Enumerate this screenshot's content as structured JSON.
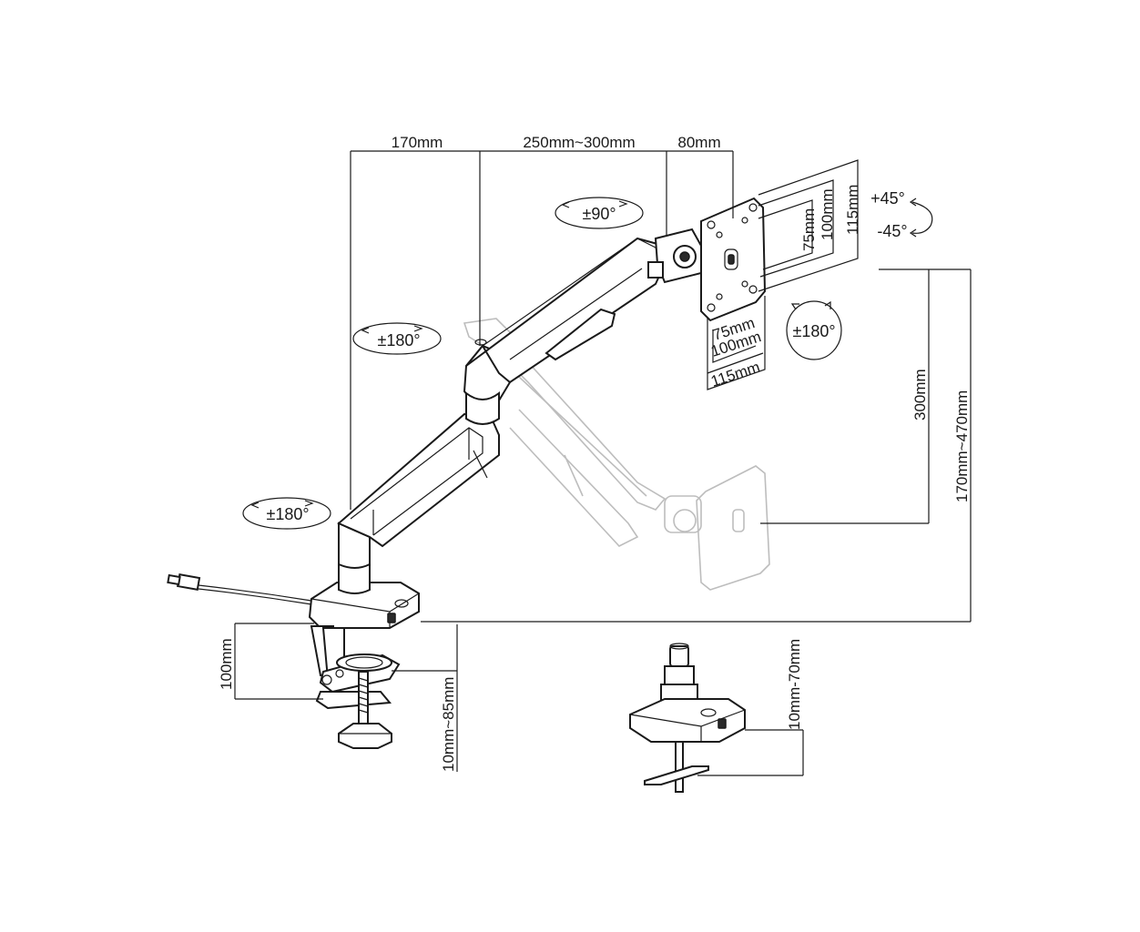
{
  "dimensions": {
    "top_left": "170mm",
    "top_middle": "250mm~300mm",
    "top_right": "80mm",
    "vesa_75_vertical": "75mm",
    "vesa_100_vertical": "100mm",
    "vesa_115_vertical": "115mm",
    "vesa_75_horizontal": "75mm",
    "vesa_100_horizontal": "100mm",
    "vesa_115_horizontal": "115mm",
    "height_300": "300mm",
    "height_range": "170mm~470mm",
    "clamp_height": "100mm",
    "clamp_thickness": "10mm~85mm",
    "grommet_thickness": "10mm-70mm"
  },
  "rotations": {
    "monitor_rotate": "±90°",
    "upper_arm": "±180°",
    "lower_arm": "±180°",
    "monitor_swivel": "±180°",
    "tilt_up": "+45°",
    "tilt_down": "-45°"
  }
}
